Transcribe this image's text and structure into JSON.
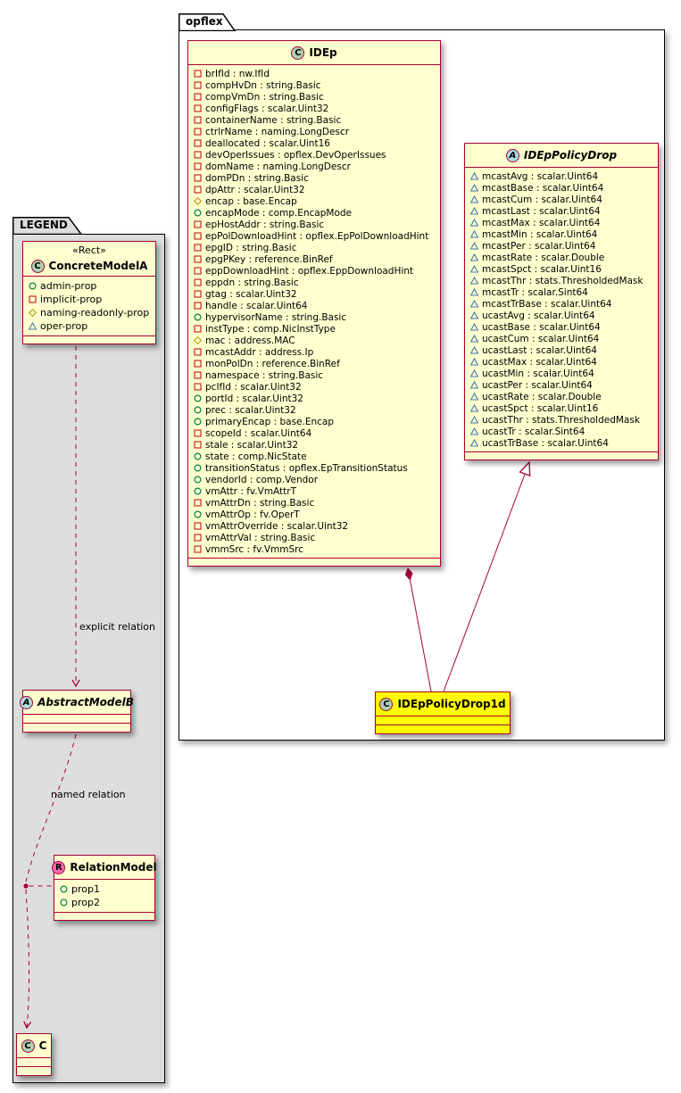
{
  "colors": {
    "class_border": "#A80036",
    "class_fill": "#FEFECE",
    "highlight_fill": "#FFFF00",
    "legend_fill": "#DDDDDD",
    "spot_class": "#ADD1B2",
    "spot_abstract": "#A9DCDF",
    "spot_relation": "#FF69B4",
    "icon_circle": "#038048",
    "icon_square": "#C82930",
    "icon_diamond": "#B8A61B",
    "icon_triangle": "#4177AF"
  },
  "legend": {
    "title": "LEGEND",
    "classes": {
      "concrete": {
        "stereotype": "«Rect»",
        "spot": "C",
        "name": "ConcreteModelA",
        "members": [
          {
            "icon": "circle",
            "text": "admin-prop"
          },
          {
            "icon": "square",
            "text": "implicit-prop"
          },
          {
            "icon": "diamond",
            "text": "naming-readonly-prop"
          },
          {
            "icon": "triangle",
            "text": "oper-prop"
          }
        ]
      },
      "abstract": {
        "spot": "A",
        "name": "AbstractModelB"
      },
      "relation": {
        "spot": "R",
        "name": "RelationModel",
        "members": [
          {
            "icon": "circle",
            "text": "prop1"
          },
          {
            "icon": "circle",
            "text": "prop2"
          }
        ]
      },
      "c": {
        "spot": "C",
        "name": "C"
      }
    },
    "edges": {
      "explicit_label": "explicit relation",
      "named_label": "named relation"
    }
  },
  "opflex": {
    "title": "opflex",
    "classes": {
      "idep": {
        "spot": "C",
        "name": "IDEp",
        "members": [
          {
            "icon": "square",
            "text": "brIfId : nw.IfId"
          },
          {
            "icon": "square",
            "text": "compHvDn : string.Basic"
          },
          {
            "icon": "square",
            "text": "compVmDn : string.Basic"
          },
          {
            "icon": "square",
            "text": "configFlags : scalar.Uint32"
          },
          {
            "icon": "square",
            "text": "containerName : string.Basic"
          },
          {
            "icon": "square",
            "text": "ctrlrName : naming.LongDescr"
          },
          {
            "icon": "square",
            "text": "deallocated : scalar.Uint16"
          },
          {
            "icon": "square",
            "text": "devOperIssues : opflex.DevOperIssues"
          },
          {
            "icon": "square",
            "text": "domName : naming.LongDescr"
          },
          {
            "icon": "square",
            "text": "domPDn : string.Basic"
          },
          {
            "icon": "square",
            "text": "dpAttr : scalar.Uint32"
          },
          {
            "icon": "diamond",
            "text": "encap : base.Encap"
          },
          {
            "icon": "circle",
            "text": "encapMode : comp.EncapMode"
          },
          {
            "icon": "square",
            "text": "epHostAddr : string.Basic"
          },
          {
            "icon": "square",
            "text": "epPolDownloadHint : opflex.EpPolDownloadHint"
          },
          {
            "icon": "square",
            "text": "epgID : string.Basic"
          },
          {
            "icon": "square",
            "text": "epgPKey : reference.BinRef"
          },
          {
            "icon": "square",
            "text": "eppDownloadHint : opflex.EppDownloadHint"
          },
          {
            "icon": "square",
            "text": "eppdn : string.Basic"
          },
          {
            "icon": "square",
            "text": "gtag : scalar.Uint32"
          },
          {
            "icon": "square",
            "text": "handle : scalar.Uint64"
          },
          {
            "icon": "circle",
            "text": "hypervisorName : string.Basic"
          },
          {
            "icon": "square",
            "text": "instType : comp.NicInstType"
          },
          {
            "icon": "diamond",
            "text": "mac : address.MAC"
          },
          {
            "icon": "square",
            "text": "mcastAddr : address.Ip"
          },
          {
            "icon": "square",
            "text": "monPolDn : reference.BinRef"
          },
          {
            "icon": "square",
            "text": "namespace : string.Basic"
          },
          {
            "icon": "square",
            "text": "pcIfId : scalar.Uint32"
          },
          {
            "icon": "circle",
            "text": "portId : scalar.Uint32"
          },
          {
            "icon": "circle",
            "text": "prec : scalar.Uint32"
          },
          {
            "icon": "circle",
            "text": "primaryEncap : base.Encap"
          },
          {
            "icon": "square",
            "text": "scopeId : scalar.Uint64"
          },
          {
            "icon": "square",
            "text": "stale : scalar.Uint32"
          },
          {
            "icon": "circle",
            "text": "state : comp.NicState"
          },
          {
            "icon": "circle",
            "text": "transitionStatus : opflex.EpTransitionStatus"
          },
          {
            "icon": "circle",
            "text": "vendorId : comp.Vendor"
          },
          {
            "icon": "circle",
            "text": "vmAttr : fv.VmAttrT"
          },
          {
            "icon": "square",
            "text": "vmAttrDn : string.Basic"
          },
          {
            "icon": "circle",
            "text": "vmAttrOp : fv.OperT"
          },
          {
            "icon": "square",
            "text": "vmAttrOverride : scalar.Uint32"
          },
          {
            "icon": "square",
            "text": "vmAttrVal : string.Basic"
          },
          {
            "icon": "square",
            "text": "vmmSrc : fv.VmmSrc"
          }
        ]
      },
      "policy_drop": {
        "spot": "A",
        "name": "IDEpPolicyDrop",
        "members": [
          {
            "icon": "triangle",
            "text": "mcastAvg : scalar.Uint64"
          },
          {
            "icon": "triangle",
            "text": "mcastBase : scalar.Uint64"
          },
          {
            "icon": "triangle",
            "text": "mcastCum : scalar.Uint64"
          },
          {
            "icon": "triangle",
            "text": "mcastLast : scalar.Uint64"
          },
          {
            "icon": "triangle",
            "text": "mcastMax : scalar.Uint64"
          },
          {
            "icon": "triangle",
            "text": "mcastMin : scalar.Uint64"
          },
          {
            "icon": "triangle",
            "text": "mcastPer : scalar.Uint64"
          },
          {
            "icon": "triangle",
            "text": "mcastRate : scalar.Double"
          },
          {
            "icon": "triangle",
            "text": "mcastSpct : scalar.Uint16"
          },
          {
            "icon": "triangle",
            "text": "mcastThr : stats.ThresholdedMask"
          },
          {
            "icon": "triangle",
            "text": "mcastTr : scalar.Sint64"
          },
          {
            "icon": "triangle",
            "text": "mcastTrBase : scalar.Uint64"
          },
          {
            "icon": "triangle",
            "text": "ucastAvg : scalar.Uint64"
          },
          {
            "icon": "triangle",
            "text": "ucastBase : scalar.Uint64"
          },
          {
            "icon": "triangle",
            "text": "ucastCum : scalar.Uint64"
          },
          {
            "icon": "triangle",
            "text": "ucastLast : scalar.Uint64"
          },
          {
            "icon": "triangle",
            "text": "ucastMax : scalar.Uint64"
          },
          {
            "icon": "triangle",
            "text": "ucastMin : scalar.Uint64"
          },
          {
            "icon": "triangle",
            "text": "ucastPer : scalar.Uint64"
          },
          {
            "icon": "triangle",
            "text": "ucastRate : scalar.Double"
          },
          {
            "icon": "triangle",
            "text": "ucastSpct : scalar.Uint16"
          },
          {
            "icon": "triangle",
            "text": "ucastThr : stats.ThresholdedMask"
          },
          {
            "icon": "triangle",
            "text": "ucastTr : scalar.Sint64"
          },
          {
            "icon": "triangle",
            "text": "ucastTrBase : scalar.Uint64"
          }
        ]
      },
      "policy_drop_1d": {
        "spot": "C",
        "name": "IDEpPolicyDrop1d"
      }
    }
  }
}
